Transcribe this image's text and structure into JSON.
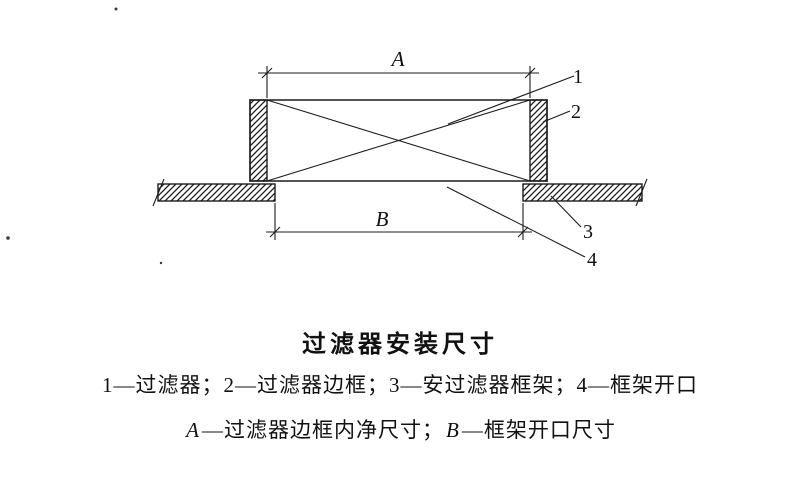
{
  "diagram": {
    "dimension_a_label": "A",
    "dimension_b_label": "B",
    "callout_1": "1",
    "callout_2": "2",
    "callout_3": "3",
    "callout_4": "4"
  },
  "caption": "过滤器安装尺寸",
  "legend": {
    "line1": "1—过滤器；2—过滤器边框；3—安过滤器框架；4—框架开口",
    "line2_a_label": "A",
    "line2_a_text": "—过滤器边框内净尺寸；",
    "line2_b_label": "B",
    "line2_b_text": "—框架开口尺寸"
  },
  "colors": {
    "ink": "#1c1c1c",
    "background": "#ffffff"
  }
}
